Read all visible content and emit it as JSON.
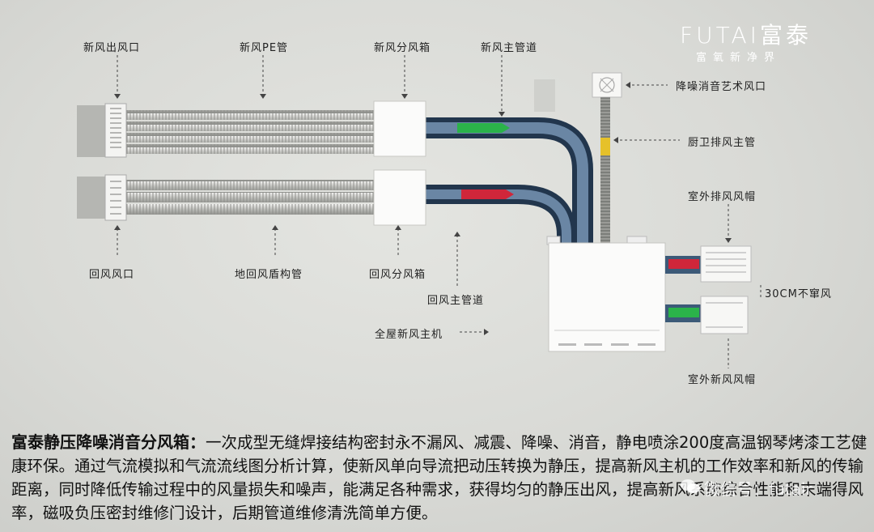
{
  "brand": {
    "logo": "FUTAI富泰",
    "tagline": "富氧新净界"
  },
  "labels": {
    "fresh_air_outlet": "新风出风口",
    "fresh_pe_pipe": "新风PE管",
    "fresh_distribution_box": "新风分风箱",
    "fresh_main_duct": "新风主管道",
    "silent_art_vent": "降噪消音艺术风口",
    "kitchen_exhaust_main": "厨卫排风主管",
    "outdoor_exhaust_hood": "室外排风风帽",
    "gap_note": "30CM不窜风",
    "outdoor_fresh_hood": "室外新风风帽",
    "return_air_inlet": "回风风口",
    "floor_return_pipe": "地回风盾构管",
    "return_distribution_box": "回风分风箱",
    "return_main_duct": "回风主管道",
    "whole_house_unit": "全屋新风主机"
  },
  "description": {
    "title": "富泰静压降噪消音分风箱：",
    "body": "一次成型无缝焊接结构密封永不漏风、减震、降噪、消音，静电喷涂200度高温钢琴烤漆工艺健康环保。通过气流模拟和气流流线图分析计算，使新风单向导流把动压转换为静压，提高新风主机的工作效率和新风的传输距离，同时降低传输过程中的风量损失和噪声，能满足各种需求，获得均匀的静压出风，提高新风系统综合性能和末端得风率，磁吸负压密封维修门设计，后期管道维修清洗简单方便。"
  },
  "watermark": "微信号：futair",
  "colors": {
    "duct": "#3c5a78",
    "green_band": "#2bb34a",
    "red_band": "#d0263a",
    "yellow_band": "#e6c12a"
  }
}
